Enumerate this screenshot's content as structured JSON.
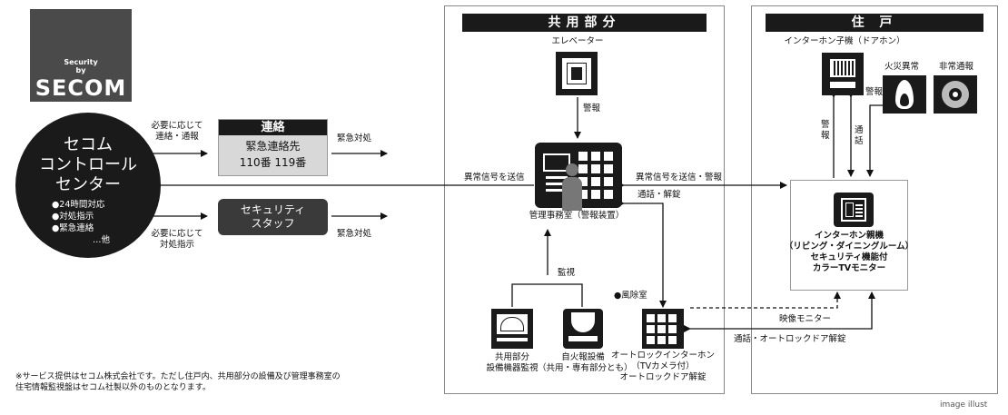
{
  "logo": {
    "line1": "Security",
    "line2": "by",
    "brand": "SECOM"
  },
  "center": {
    "title_lines": [
      "セコム",
      "コントロール",
      "センター"
    ],
    "bullets": [
      "●24時間対応",
      "●対処指示",
      "●緊急連絡"
    ],
    "etc": "…他"
  },
  "contact": {
    "header": "連絡",
    "line1": "緊急連絡先",
    "line2": "110番 119番"
  },
  "security_staff": {
    "line1": "セキュリティ",
    "line2": "スタッフ"
  },
  "labels": {
    "as_needed_contact_1": "必要に応じて",
    "as_needed_contact_2": "連絡・通報",
    "emergency_response_1": "緊急対処",
    "as_needed_instr_1": "必要に応じて",
    "as_needed_instr_2": "対処指示",
    "emergency_response_2": "緊急対処",
    "abnormal_send": "異常信号を送信",
    "abnormal_send_alarm": "異常信号を送信・警報",
    "call_unlock": "通話・解錠",
    "alarm_elevator": "警報",
    "monitor": "監視",
    "windbreak": "●風除室",
    "video_monitor": "映像モニター",
    "call_autolock": "通話・オートロックドア解錠",
    "alarm_v": "警報",
    "call_v": "通話",
    "alarm_fire": "警報"
  },
  "common": {
    "header": "共用部分",
    "elevator": "エレベーター",
    "office": "管理事務室（警報装置）",
    "equip_1": "共用部分",
    "equip_2": "設備機器監視",
    "fire_1": "自火報設備",
    "fire_2": "（共用・専有部分とも）",
    "autolock_1": "オートロックインターホン",
    "autolock_2": "（TVカメラ付）",
    "autolock_3": "オートロックドア解錠"
  },
  "residence": {
    "header": "住 戸",
    "door_intercom": "インターホン子機（ドアホン）",
    "fire_alarm": "火災異常",
    "emergency_call": "非常通報",
    "main_1": "インターホン親機",
    "main_2": "（リビング・ダイニングルーム）",
    "main_3": "セキュリティ機能付",
    "main_4": "カラーTVモニター"
  },
  "footnote": {
    "line1": "※サービス提供はセコム株式会社です。ただし住戸内、共用部分の設備及び管理事務室の",
    "line2": "住宅情報監視盤はセコム社製以外のものとなります。"
  },
  "credit": "image illust",
  "colors": {
    "dark": "#1a1a1a",
    "mid": "#3a3a3a",
    "grey_box": "#d8d8d8",
    "logo_bg": "#4a4a4a"
  }
}
